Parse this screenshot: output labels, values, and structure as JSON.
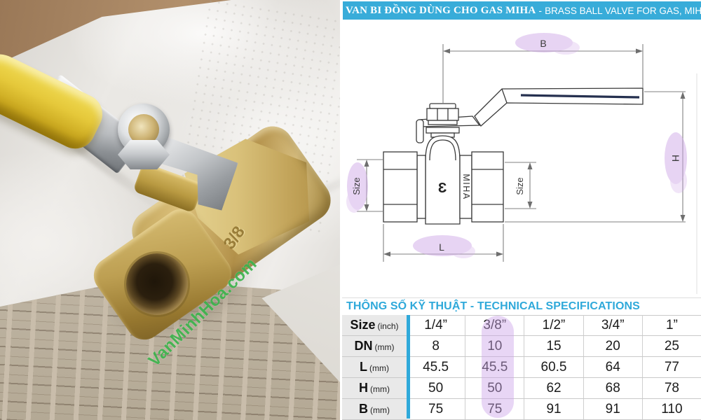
{
  "header": {
    "title_vi": "VAN BI ĐỒNG DÙNG CHO GAS MIHA",
    "separator": "-",
    "title_en": "BRASS BALL VALVE FOR GAS, MIHA BRAND",
    "bg_color": "#38acd9"
  },
  "photo": {
    "watermark": "VanMinhHoa.com",
    "stamp": "3/8"
  },
  "diagram": {
    "labels": {
      "b": "B",
      "h": "H",
      "l": "L",
      "size_left": "Size",
      "size_right": "Size"
    },
    "brand": "MIHA",
    "logo": "Ɛ",
    "highlight_color": "#cfa9e6"
  },
  "specs": {
    "heading": "THÔNG SỐ KỸ THUẬT - TECHNICAL SPECIFICATIONS",
    "accent_color": "#2fa9da",
    "highlighted_column": 1,
    "columns": [
      "1/4”",
      "3/8”",
      "1/2”",
      "3/4”",
      "1”"
    ],
    "rows": [
      {
        "label": "Size",
        "unit": "(inch)",
        "values": [
          "1/4”",
          "3/8”",
          "1/2”",
          "3/4”",
          "1”"
        ]
      },
      {
        "label": "DN",
        "unit": "(mm)",
        "values": [
          "8",
          "10",
          "15",
          "20",
          "25"
        ]
      },
      {
        "label": "L",
        "unit": "(mm)",
        "values": [
          "45.5",
          "45.5",
          "60.5",
          "64",
          "77"
        ]
      },
      {
        "label": "H",
        "unit": "(mm)",
        "values": [
          "50",
          "50",
          "62",
          "68",
          "78"
        ]
      },
      {
        "label": "B",
        "unit": "(mm)",
        "values": [
          "75",
          "75",
          "91",
          "91",
          "110"
        ]
      }
    ]
  }
}
